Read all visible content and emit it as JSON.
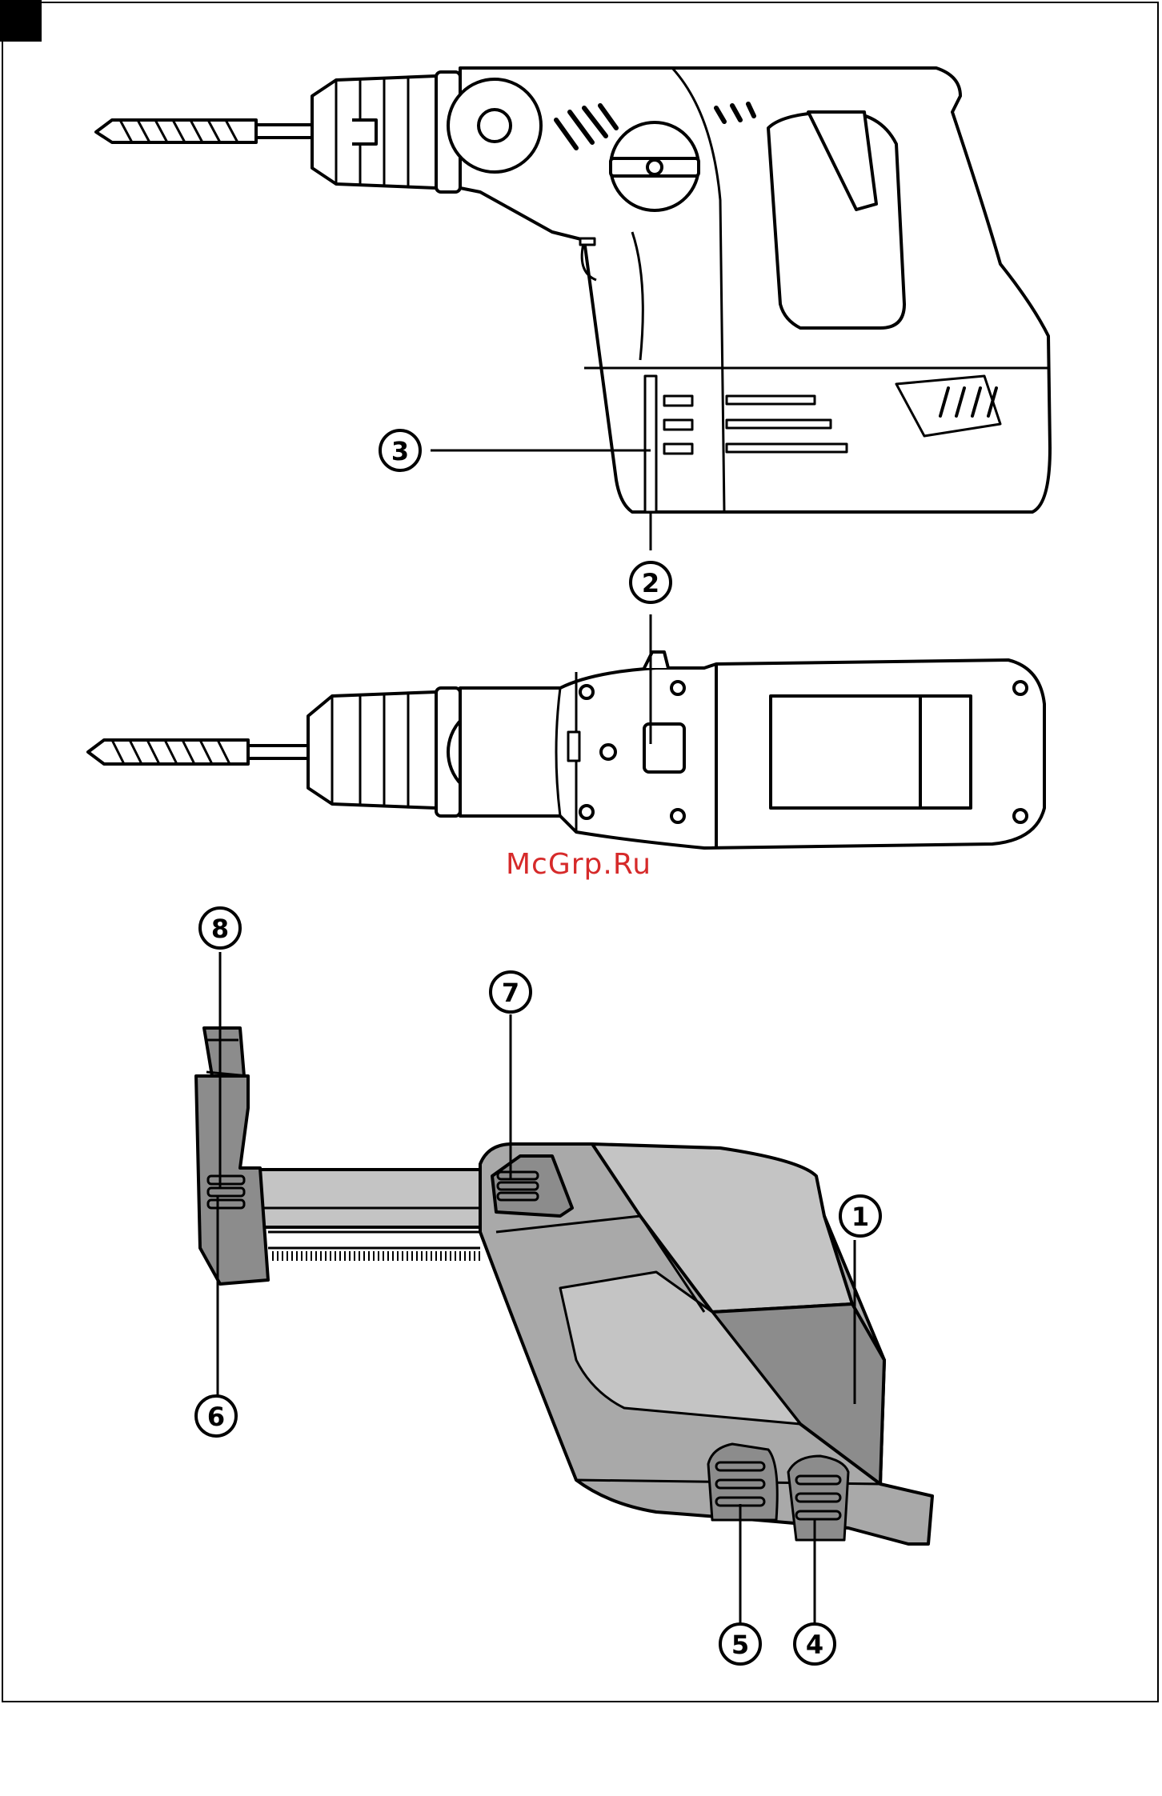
{
  "watermark": "McGrp.Ru",
  "callouts": {
    "c1": "1",
    "c2": "2",
    "c3": "3",
    "c4": "4",
    "c5": "5",
    "c6": "6",
    "c7": "7",
    "c8": "8"
  },
  "colors": {
    "line": "#000000",
    "dark_gray": "#8c8c8c",
    "mid_gray": "#a9a9a9",
    "light_gray": "#c4c4c4",
    "watermark": "#d62a2a"
  }
}
